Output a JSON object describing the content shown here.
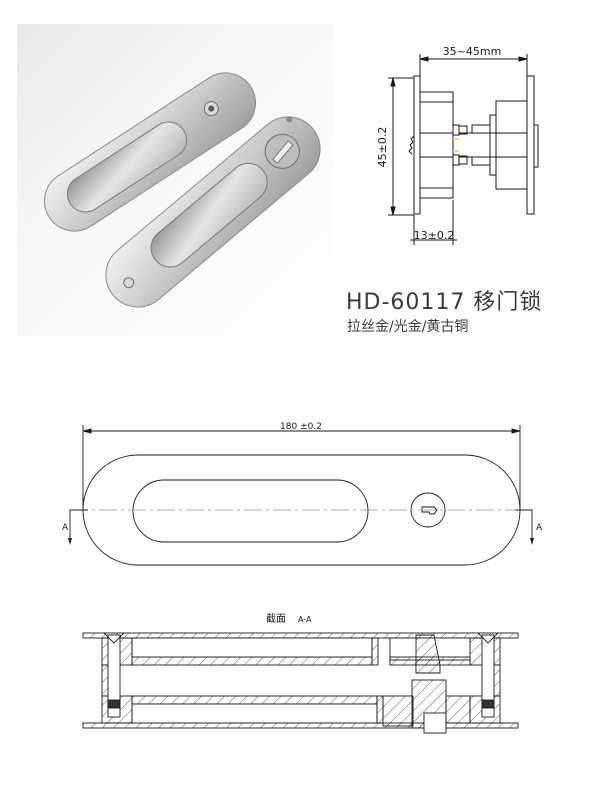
{
  "product": {
    "model": "HD-60117",
    "name": "移门锁",
    "title": "HD-60117 移门锁",
    "finishes": "拉丝金/光金/黄古铜"
  },
  "side_view": {
    "width_dim": "35~45mm",
    "height_dim": "45±0.2",
    "plate_dim": "13±0.2"
  },
  "front_view": {
    "length_dim": "180 ±0.2",
    "section_mark_left": "A",
    "section_mark_right": "A"
  },
  "section_view": {
    "label": "截面",
    "label_suffix": "A-A"
  },
  "colors": {
    "line": "#1a1a1a",
    "text": "#3a3a3a",
    "highlight": "#e8e020"
  }
}
